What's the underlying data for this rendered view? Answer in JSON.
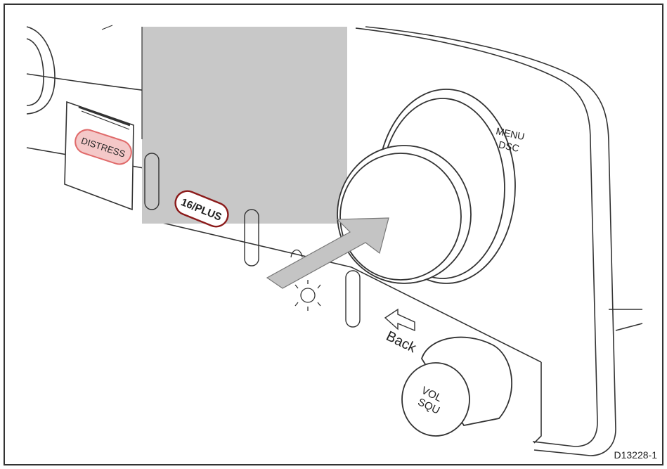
{
  "labels": {
    "distress": "DISTRESS",
    "sixteen_plus": "16/PLUS",
    "menu": "MENU",
    "dsc": "DSC",
    "back": "Back",
    "vol": "VOL",
    "squ": "SQU",
    "figure_id": "D13228-1"
  },
  "colors": {
    "distress_red": "#e06a6a",
    "distress_fill": "#f4c8c8",
    "sixteen_plus_red": "#8b1a1a",
    "screen_gray": "#c8c8c8",
    "arrow_gray": "#c4c4c4",
    "outline": "#333333"
  },
  "icons": {
    "arrow": "pointer-arrow-icon",
    "back": "back-arrow-icon",
    "brightness": "brightness-icon"
  }
}
